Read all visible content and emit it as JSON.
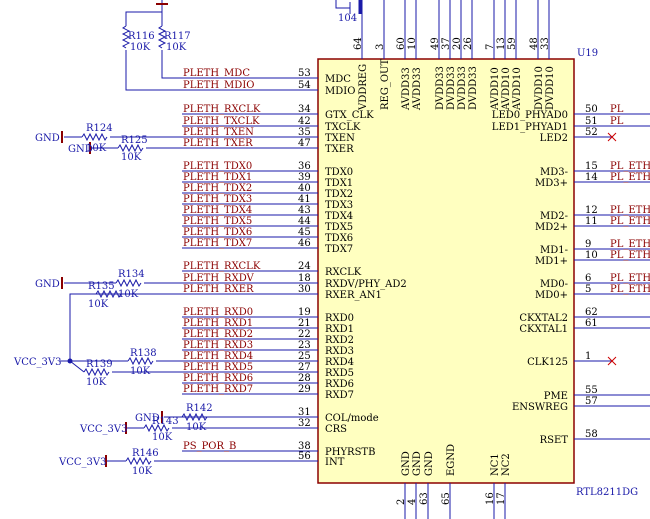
{
  "chip": {
    "ref": "U19",
    "part": "RTL8211DG"
  },
  "left_pins": [
    {
      "net": "PLETH_MDC",
      "num": "53",
      "name": "MDC"
    },
    {
      "net": "PLETH_MDIO",
      "num": "54",
      "name": "MDIO"
    },
    {
      "net": "PLETH_RXCLK",
      "num": "34",
      "name": "GTX_CLK"
    },
    {
      "net": "PLETH_TXCLK",
      "num": "42",
      "name": "TXCLK"
    },
    {
      "net": "PLETH_TXEN",
      "num": "35",
      "name": "TXEN"
    },
    {
      "net": "PLETH_TXER",
      "num": "47",
      "name": "TXER"
    },
    {
      "net": "PLETH_TDX0",
      "num": "36",
      "name": "TDX0"
    },
    {
      "net": "PLETH_TDX1",
      "num": "39",
      "name": "TDX1"
    },
    {
      "net": "PLETH_TDX2",
      "num": "40",
      "name": "TDX2"
    },
    {
      "net": "PLETH_TDX3",
      "num": "41",
      "name": "TDX3"
    },
    {
      "net": "PLETH_TDX4",
      "num": "43",
      "name": "TDX4"
    },
    {
      "net": "PLETH_TDX5",
      "num": "44",
      "name": "TDX5"
    },
    {
      "net": "PLETH_TDX6",
      "num": "45",
      "name": "TDX6"
    },
    {
      "net": "PLETH_TDX7",
      "num": "46",
      "name": "TDX7"
    },
    {
      "net": "PLETH_RXCLK",
      "num": "24",
      "name": "RXCLK"
    },
    {
      "net": "PLETH_RXDV",
      "num": "18",
      "name": "RXDV/PHY_AD2"
    },
    {
      "net": "PLETH_RXER",
      "num": "30",
      "name": "RXER_AN1"
    },
    {
      "net": "PLETH_RXD0",
      "num": "19",
      "name": "RXD0"
    },
    {
      "net": "PLETH_RXD1",
      "num": "21",
      "name": "RXD1"
    },
    {
      "net": "PLETH_RXD2",
      "num": "22",
      "name": "RXD2"
    },
    {
      "net": "PLETH_RXD3",
      "num": "23",
      "name": "RXD3"
    },
    {
      "net": "PLETH_RXD4",
      "num": "25",
      "name": "RXD4"
    },
    {
      "net": "PLETH_RXD5",
      "num": "27",
      "name": "RXD5"
    },
    {
      "net": "PLETH_RXD6",
      "num": "28",
      "name": "RXD6"
    },
    {
      "net": "PLETH_RXD7",
      "num": "29",
      "name": "RXD7"
    },
    {
      "net": "",
      "num": "31",
      "name": "COL/mode"
    },
    {
      "net": "",
      "num": "32",
      "name": "CRS"
    },
    {
      "net": "PS_POR_B",
      "num": "38",
      "name": "PHYRSTB"
    },
    {
      "net": "",
      "num": "56",
      "name": "INT"
    }
  ],
  "right_pins": [
    {
      "num": "50",
      "name": "LED0_PHYAD0",
      "net": "PL"
    },
    {
      "num": "51",
      "name": "LED1_PHYAD1",
      "net": "PL"
    },
    {
      "num": "52",
      "name": "LED2",
      "net": ""
    },
    {
      "num": "15",
      "name": "MD3-",
      "net": "PL_ETH"
    },
    {
      "num": "14",
      "name": "MD3+",
      "net": "PL_ETH"
    },
    {
      "num": "12",
      "name": "MD2-",
      "net": "PL_ETH"
    },
    {
      "num": "11",
      "name": "MD2+",
      "net": "PL_ETH"
    },
    {
      "num": "9",
      "name": "MD1-",
      "net": "PL_ETH"
    },
    {
      "num": "10",
      "name": "MD1+",
      "net": "PL_ETH"
    },
    {
      "num": "6",
      "name": "MD0-",
      "net": "PL_ETH"
    },
    {
      "num": "5",
      "name": "MD0+",
      "net": "PL_ETH"
    },
    {
      "num": "62",
      "name": "CKXTAL2",
      "net": ""
    },
    {
      "num": "61",
      "name": "CKXTAL1",
      "net": ""
    },
    {
      "num": "1",
      "name": "CLK125",
      "net": ""
    },
    {
      "num": "55",
      "name": "PME",
      "net": ""
    },
    {
      "num": "57",
      "name": "ENSWREG",
      "net": ""
    },
    {
      "num": "58",
      "name": "RSET",
      "net": ""
    }
  ],
  "top_pins": [
    {
      "num": "64",
      "name": "VDDREG"
    },
    {
      "num": "3",
      "name": "REG_OUT"
    },
    {
      "num": "60",
      "name": "AVDD33"
    },
    {
      "num": "10",
      "name": "AVDD33"
    },
    {
      "num": "49",
      "name": "DVDD33"
    },
    {
      "num": "37",
      "name": "DVDD33"
    },
    {
      "num": "20",
      "name": "DVDD33"
    },
    {
      "num": "26",
      "name": "DVDD33"
    },
    {
      "num": "7",
      "name": "AVDD10"
    },
    {
      "num": "13",
      "name": "AVDD10"
    },
    {
      "num": "59",
      "name": "AVDD10"
    },
    {
      "num": "48",
      "name": "DVDD10"
    },
    {
      "num": "33",
      "name": "DVDD10"
    }
  ],
  "bottom_pins": [
    {
      "num": "2",
      "name": "GND"
    },
    {
      "num": "4",
      "name": "GND"
    },
    {
      "num": "63",
      "name": "GND"
    },
    {
      "num": "65",
      "name": "EGND"
    },
    {
      "num": "16",
      "name": "NC1"
    },
    {
      "num": "17",
      "name": "NC2"
    }
  ],
  "parts": {
    "r116": {
      "ref": "R116",
      "val": "10K"
    },
    "r117": {
      "ref": "R117",
      "val": "10K"
    },
    "r124": {
      "ref": "R124",
      "val": "10K"
    },
    "r125": {
      "ref": "R125",
      "val": "10K"
    },
    "r134": {
      "ref": "R134",
      "val": "10K"
    },
    "r135": {
      "ref": "R135",
      "val": "10K"
    },
    "r138": {
      "ref": "R138",
      "val": "10K"
    },
    "r139": {
      "ref": "R139",
      "val": "10K"
    },
    "r142": {
      "ref": "R142",
      "val": "10K"
    },
    "r143": {
      "ref": "R143",
      "val": "10K"
    },
    "r146": {
      "ref": "R146",
      "val": "10K"
    },
    "c104": {
      "val": "104"
    }
  },
  "power": {
    "gnd": "GND",
    "vcc": "VCC_3V3"
  },
  "colors": {
    "wire": "#1a1aa8",
    "net": "#8b0000",
    "body": "#ffffc0",
    "body_edge": "#8b0000",
    "ref": "#1a1aa8"
  }
}
